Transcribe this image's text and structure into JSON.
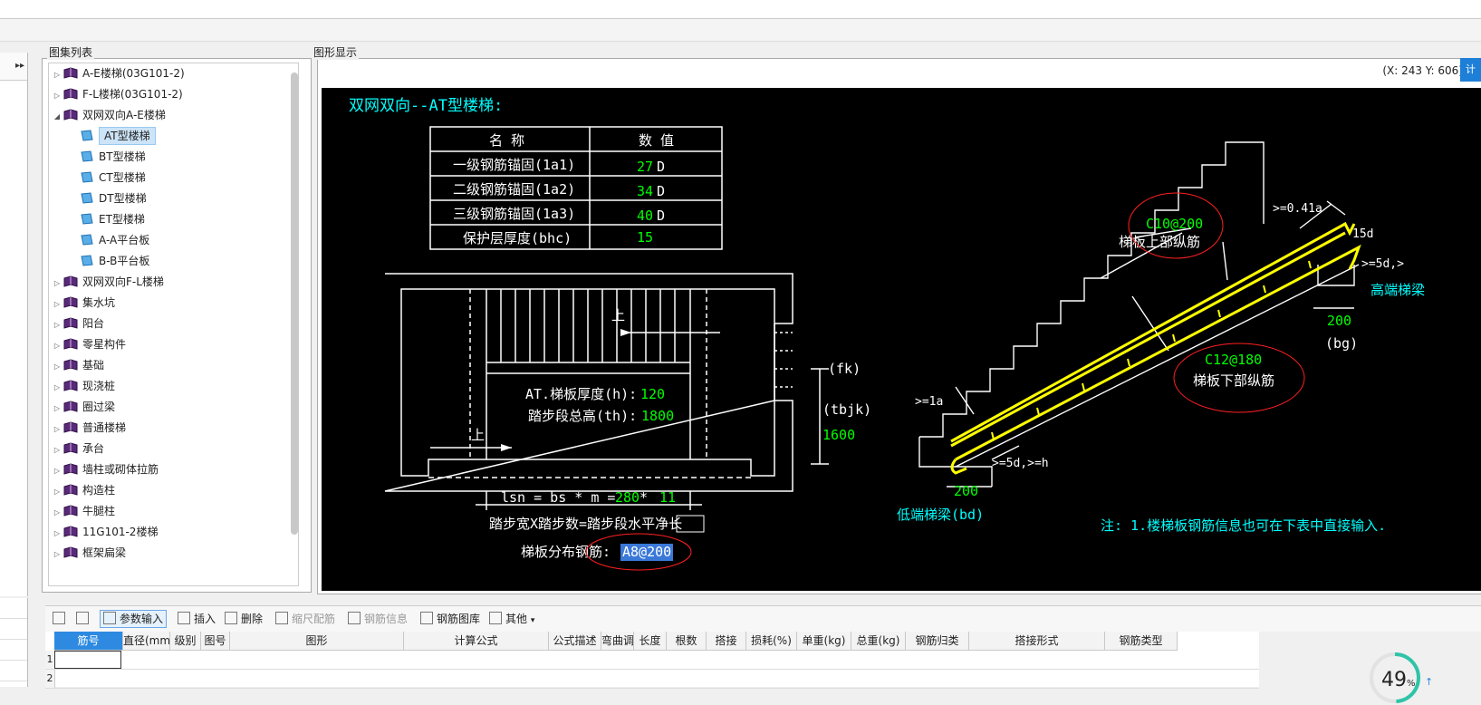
{
  "panels": {
    "tree_title": "图集列表",
    "canvas_title": "图形显示",
    "coords": "(X: 243 Y: 606)",
    "blue_button": "计"
  },
  "tree": [
    {
      "label": "A-E楼梯(03G101-2)",
      "level": 0,
      "expanded": false
    },
    {
      "label": "F-L楼梯(03G101-2)",
      "level": 0,
      "expanded": false
    },
    {
      "label": "双网双向A-E楼梯",
      "level": 0,
      "expanded": true
    },
    {
      "label": "AT型楼梯",
      "level": 1,
      "selected": true
    },
    {
      "label": "BT型楼梯",
      "level": 1
    },
    {
      "label": "CT型楼梯",
      "level": 1
    },
    {
      "label": "DT型楼梯",
      "level": 1
    },
    {
      "label": "ET型楼梯",
      "level": 1
    },
    {
      "label": "A-A平台板",
      "level": 1
    },
    {
      "label": "B-B平台板",
      "level": 1
    },
    {
      "label": "双网双向F-L楼梯",
      "level": 0,
      "expanded": false
    },
    {
      "label": "集水坑",
      "level": 0,
      "expanded": false
    },
    {
      "label": "阳台",
      "level": 0,
      "expanded": false
    },
    {
      "label": "零星构件",
      "level": 0,
      "expanded": false
    },
    {
      "label": "基础",
      "level": 0,
      "expanded": false
    },
    {
      "label": "现浇桩",
      "level": 0,
      "expanded": false
    },
    {
      "label": "圈过梁",
      "level": 0,
      "expanded": false
    },
    {
      "label": "普通楼梯",
      "level": 0,
      "expanded": false
    },
    {
      "label": "承台",
      "level": 0,
      "expanded": false
    },
    {
      "label": "墙柱或砌体拉筋",
      "level": 0,
      "expanded": false
    },
    {
      "label": "构造柱",
      "level": 0,
      "expanded": false
    },
    {
      "label": "牛腿柱",
      "level": 0,
      "expanded": false
    },
    {
      "label": "11G101-2楼梯",
      "level": 0,
      "expanded": false
    },
    {
      "label": "框架扁梁",
      "level": 0,
      "expanded": false
    }
  ],
  "drawing": {
    "title": "双网双向--AT型楼梯:",
    "table_header": [
      "名 称",
      "数 值"
    ],
    "table_rows": [
      {
        "name": "一级钢筋锚固(1a1)",
        "value": "27",
        "unit": "D"
      },
      {
        "name": "二级钢筋锚固(1a2)",
        "value": "34",
        "unit": "D"
      },
      {
        "name": "三级钢筋锚固(1a3)",
        "value": "40",
        "unit": "D"
      },
      {
        "name": "保护层厚度(bhc)",
        "value": "15",
        "unit": ""
      }
    ],
    "up1": "上",
    "up2": "上",
    "thick_label": "AT.梯板厚度(h):",
    "thick_value": "120",
    "height_label": "踏步段总高(th):",
    "height_value": "1800",
    "fk": "(fk)",
    "tbjk": "(tbjk)",
    "tbjk_value": "1600",
    "lsn_prefix": "lsn = bs * m = ",
    "bs_value": "280",
    "star": " * ",
    "m_value": "11",
    "step_formula": "踏步宽X踏步数=踏步段水平净长",
    "dist_label": "梯板分布钢筋:",
    "dist_value": "A8@200",
    "upper_bar": "C10@200",
    "upper_label": "梯板上部纵筋",
    "lower_bar": "C12@180",
    "lower_label": "梯板下部纵筋",
    "a041": ">=0.41a",
    "d15": "15d",
    "d5": ">=5d,>",
    "high_beam": "高端梯梁",
    "bg_value": "200",
    "bg": "(bg)",
    "ge1a": ">=1a",
    "d5h": ">=5d,>=h",
    "bd_value": "200",
    "low_beam": "低端梯梁(bd)",
    "note": "注: 1.楼梯板钢筋信息也可在下表中直接输入."
  },
  "toolbar": [
    {
      "label": "参数输入",
      "icon": "param-icon",
      "active": true
    },
    {
      "label": "插入",
      "icon": "insert-icon"
    },
    {
      "label": "删除",
      "icon": "delete-icon"
    },
    {
      "label": "缩尺配筋",
      "icon": "scale-icon",
      "disabled": true
    },
    {
      "label": "钢筋信息",
      "icon": "info-icon",
      "disabled": true
    },
    {
      "label": "钢筋图库",
      "icon": "library-icon"
    },
    {
      "label": "其他",
      "icon": "other-icon"
    }
  ],
  "grid_headers": [
    "筋号",
    "直径(mm)",
    "级别",
    "图号",
    "图形",
    "计算公式",
    "公式描述",
    "弯曲调整",
    "长度",
    "根数",
    "搭接",
    "损耗(%)",
    "单重(kg)",
    "总重(kg)",
    "钢筋归类",
    "搭接形式",
    "钢筋类型"
  ],
  "grid_rows": [
    "1",
    "2"
  ],
  "gauge": {
    "value": "49",
    "unit": "%",
    "arrow": "↑"
  },
  "colors": {
    "accent": "#2d8ae0",
    "cad_green": "#00ff00",
    "cad_cyan": "#00ffff",
    "cad_yellow": "#ffff00",
    "cad_red": "#ff2020"
  }
}
